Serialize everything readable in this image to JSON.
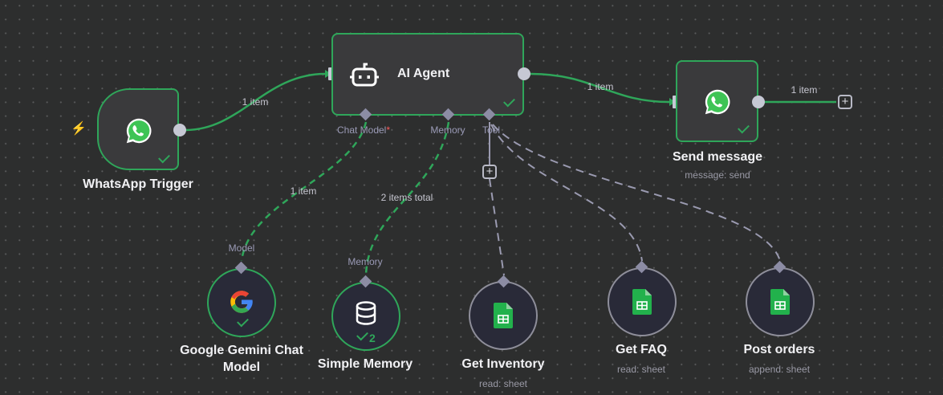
{
  "canvas": {
    "accent_success": "#2fa65a",
    "edge_idle": "#9a9ab0"
  },
  "nodes": {
    "whatsapp_trigger": {
      "title": "WhatsApp Trigger",
      "icon": "whatsapp-icon",
      "status": "success",
      "trigger_icon": "lightning-bolt-icon"
    },
    "ai_agent": {
      "title": "AI Agent",
      "icon": "robot-icon",
      "status": "success",
      "ports": {
        "chat_model": "Chat Model",
        "chat_model_required": "*",
        "memory": "Memory",
        "tool": "Tool"
      }
    },
    "send_message": {
      "title": "Send message",
      "subtitle": "message: send",
      "icon": "whatsapp-icon",
      "status": "success"
    },
    "gemini": {
      "title_line1": "Google Gemini Chat",
      "title_line2": "Model",
      "port": "Model",
      "icon": "google-icon",
      "status": "success"
    },
    "simple_memory": {
      "title": "Simple Memory",
      "port": "Memory",
      "icon": "database-icon",
      "status": "success",
      "count": "2"
    },
    "get_inventory": {
      "title": "Get Inventory",
      "subtitle": "read: sheet",
      "icon": "google-sheets-icon"
    },
    "get_faq": {
      "title": "Get FAQ",
      "subtitle": "read: sheet",
      "icon": "google-sheets-icon"
    },
    "post_orders": {
      "title": "Post orders",
      "subtitle": "append: sheet",
      "icon": "google-sheets-icon"
    }
  },
  "edges": {
    "trigger_to_agent": "1 item",
    "agent_to_send": "1 item",
    "send_out": "1 item",
    "gemini_to_agent": "1 item",
    "memory_to_agent": "2 items total"
  },
  "buttons": {
    "add_plus": "+"
  }
}
